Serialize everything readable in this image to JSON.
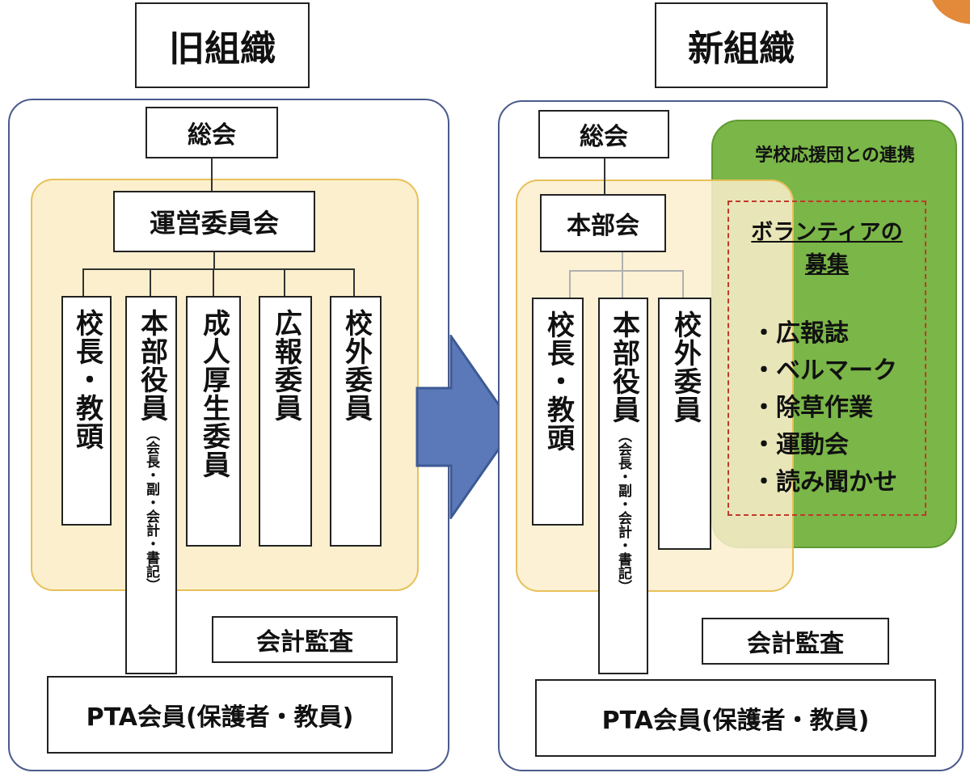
{
  "old": {
    "title": "旧組織",
    "general_meeting": "総会",
    "steering_committee": "運営委員会",
    "columns": [
      {
        "label": "校長・教頭",
        "sub": ""
      },
      {
        "label": "本部役員",
        "sub": "（会長・副・会計・書記）"
      },
      {
        "label": "成人厚生委員",
        "sub": ""
      },
      {
        "label": "広報委員",
        "sub": ""
      },
      {
        "label": "校外委員",
        "sub": ""
      }
    ],
    "audit": "会計監査",
    "members": "PTA会員(保護者・教員)"
  },
  "new": {
    "title": "新組織",
    "general_meeting": "総会",
    "headquarters": "本部会",
    "columns": [
      {
        "label": "校長・教頭",
        "sub": ""
      },
      {
        "label": "本部役員",
        "sub": "（会長・副・会計・書記）"
      },
      {
        "label": "校外委員",
        "sub": ""
      }
    ],
    "support_title": "学校応援団との連携",
    "volunteer_title_line1": "ボランティアの",
    "volunteer_title_line2": "募集",
    "volunteer_items": [
      "・広報誌",
      "・ベルマーク",
      "・除草作業",
      "・運動会",
      "・読み聞かせ"
    ],
    "audit": "会計監査",
    "members": "PTA会員(保護者・教員)"
  },
  "colors": {
    "panel_border": "#4a5a8c",
    "yellow_fill": "#fbefcd",
    "green_fill": "#7ab648",
    "arrow_fill": "#5b79b8",
    "dashed_border": "#c0392b",
    "corner_accent": "#e3893a"
  }
}
